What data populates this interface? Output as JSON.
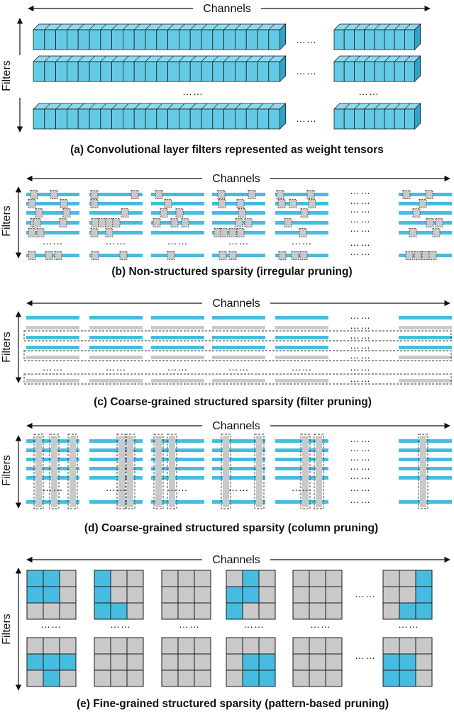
{
  "axis": {
    "channels": "Channels",
    "filters": "Filters"
  },
  "ellipsis": "……",
  "colors": {
    "blue": "#46bde0",
    "blue_face": "#63c9e5",
    "blue_top": "#8fd8ee",
    "blue_side": "#2ea3c6",
    "gray": "#c9c9c9",
    "outline": "#1a1a1a"
  },
  "panels": {
    "a": {
      "caption": "(a) Convolutional layer filters represented as weight tensors"
    },
    "b": {
      "caption": "(b) Non-structured sparsity (irregular pruning)"
    },
    "c": {
      "caption": "(c) Coarse-grained structured sparsity (filter pruning)"
    },
    "d": {
      "caption": "(d) Coarse-grained structured sparsity (column pruning)"
    },
    "e": {
      "caption": "(e) Fine-grained structured sparsity (pattern-based pruning)",
      "patterns_top": [
        [
          0,
          1,
          3,
          4
        ],
        [
          3,
          6,
          7,
          0
        ],
        [],
        [
          1,
          3,
          4,
          6
        ],
        [],
        [
          2,
          5,
          8,
          7
        ]
      ],
      "patterns_bottom": [
        [
          3,
          4,
          5,
          7
        ],
        [],
        [],
        [
          4,
          7,
          8,
          5
        ],
        [],
        [
          4,
          6,
          7,
          3
        ]
      ]
    }
  }
}
